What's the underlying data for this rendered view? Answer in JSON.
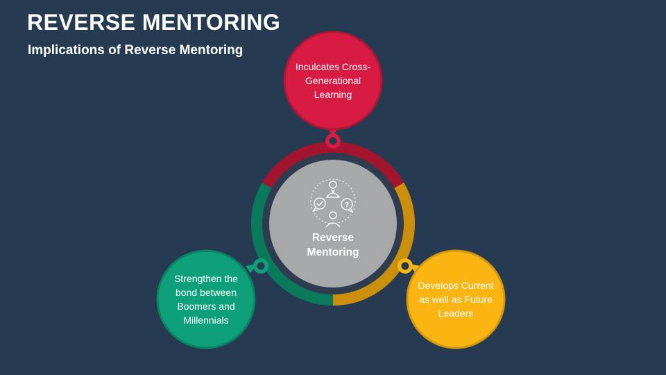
{
  "title": "REVERSE MENTORING",
  "subtitle": "Implications of Reverse Mentoring",
  "center": {
    "line1": "Reverse",
    "line2": "Mentoring",
    "icon": "mentoring-people-icon"
  },
  "bubbles": [
    {
      "text": "Inculcates Cross-Generational Learning",
      "color": "#d81b43",
      "ring_color": "#a3152f"
    },
    {
      "text": "Develops Current as well as Future Leaders",
      "color": "#fbb513",
      "ring_color": "#cc8f0c"
    },
    {
      "text": "Strengthen the bond between Boomers and Millennials",
      "color": "#0ea07a",
      "ring_color": "#0a7a5c"
    }
  ],
  "colors": {
    "background": "#263a52",
    "center_fill": "#a7a8aa",
    "inner_ring": "#2d3c4e"
  }
}
